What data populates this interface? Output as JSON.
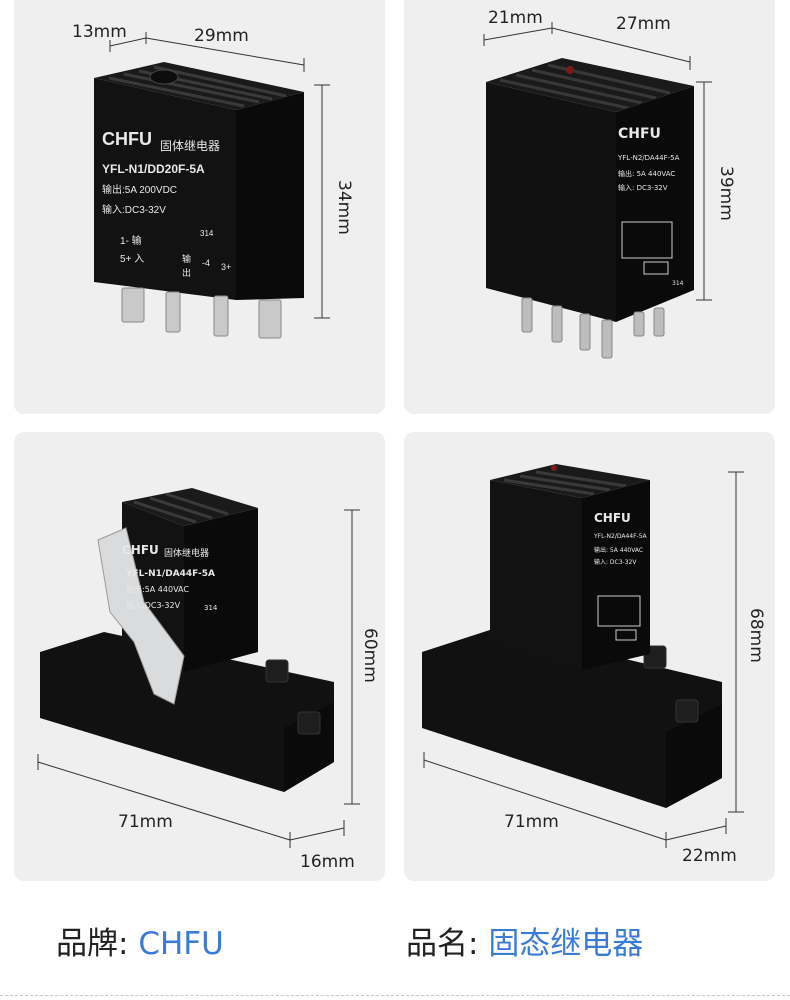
{
  "panels": [
    {
      "id": "p1",
      "dims": {
        "depth": "13mm",
        "width": "29mm",
        "height": "34mm"
      },
      "relay": {
        "brand": "CHFU",
        "kind": "固体继电器",
        "model": "YFL-N1/DD20F-5A",
        "output": "输出:5A 200VDC",
        "input": "输入:DC3-32V",
        "code": "314",
        "pin_lines": [
          "1- 输",
          "5+ 入"
        ],
        "pin_out": [
          "输",
          "出"
        ],
        "pin_nums": [
          "-4",
          "3+"
        ]
      }
    },
    {
      "id": "p2",
      "dims": {
        "depth": "21mm",
        "width": "27mm",
        "height": "39mm"
      },
      "relay": {
        "brand": "CHFU",
        "model": "YFL-N2/DA44F-5A",
        "output": "输出: 5A 440VAC",
        "input": "输入: DC3-32V",
        "code": "314"
      }
    },
    {
      "id": "p3",
      "dims": {
        "length": "71mm",
        "height": "60mm",
        "depth": "16mm"
      },
      "relay": {
        "brand": "CHFU",
        "kind": "固体继电器",
        "model": "YFL-N1/DA44F-5A",
        "output": "输出:5A 440VAC",
        "input": "输入:DC3-32V",
        "code": "314"
      }
    },
    {
      "id": "p4",
      "dims": {
        "length": "71mm",
        "height": "68mm",
        "depth": "22mm"
      },
      "relay": {
        "brand": "CHFU",
        "model": "YFL-N2/DA44F-5A",
        "output": "输出: 5A 440VAC",
        "input": "输入: DC3-32V"
      }
    }
  ],
  "footer": {
    "brand_label": "品牌: ",
    "brand_value": "CHFU",
    "name_label": "品名: ",
    "name_value": "固态继电器"
  }
}
